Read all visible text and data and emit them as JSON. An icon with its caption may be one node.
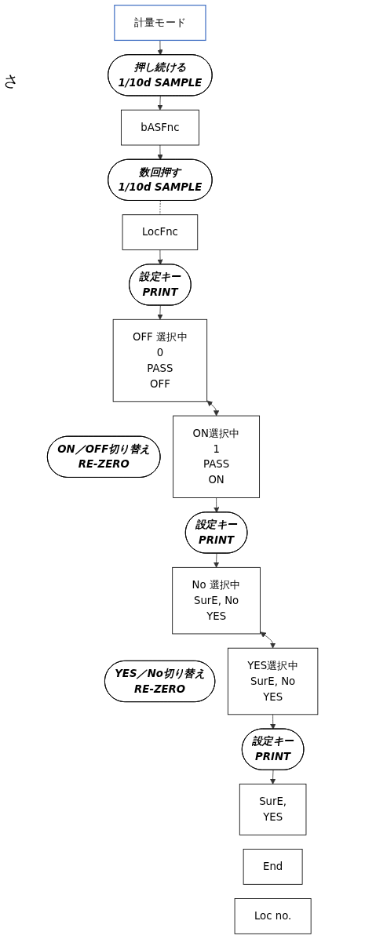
{
  "diagram": {
    "nodes": [
      {
        "text": [
          "計量モード"
        ]
      },
      {
        "text": [
          "押し続ける",
          "1/10d SAMPLE"
        ]
      },
      {
        "text": [
          "bASFnc"
        ]
      },
      {
        "text": [
          "数回押す",
          "1/10d SAMPLE"
        ]
      },
      {
        "text": [
          "LocFnc"
        ]
      },
      {
        "text": [
          "設定キー",
          "PRINT"
        ]
      },
      {
        "text": [
          "OFF 選択中",
          "0",
          "PASS",
          "OFF"
        ]
      },
      {
        "text": [
          "ON／OFF切り替え",
          "RE-ZERO"
        ]
      },
      {
        "text": [
          "ON選択中",
          "1",
          "PASS",
          "ON"
        ]
      },
      {
        "text": [
          "設定キー",
          "PRINT"
        ]
      },
      {
        "text": [
          "No 選択中",
          "SurE, No",
          "YES"
        ]
      },
      {
        "text": [
          "YES／No切り替え",
          "RE-ZERO"
        ]
      },
      {
        "text": [
          "YES選択中",
          "SurE, No",
          "YES"
        ]
      },
      {
        "text": [
          "設定キー",
          "PRINT"
        ]
      },
      {
        "text": [
          "SurE,",
          "YES"
        ]
      },
      {
        "text": [
          "End"
        ]
      },
      {
        "text": [
          "Loc no."
        ]
      }
    ],
    "edges": [
      {
        "from": 0,
        "to": 1,
        "arrow": "to"
      },
      {
        "from": 1,
        "to": 2,
        "arrow": "to"
      },
      {
        "from": 2,
        "to": 3,
        "arrow": "to"
      },
      {
        "from": 3,
        "to": 4,
        "arrow": "none",
        "style": "dashed"
      },
      {
        "from": 4,
        "to": 5,
        "arrow": "to"
      },
      {
        "from": 5,
        "to": 6,
        "arrow": "to"
      },
      {
        "from": 6,
        "to": 8,
        "arrow": "both"
      },
      {
        "from": 8,
        "to": 9,
        "arrow": "to"
      },
      {
        "from": 9,
        "to": 10,
        "arrow": "to"
      },
      {
        "from": 10,
        "to": 12,
        "arrow": "both"
      },
      {
        "from": 12,
        "to": 13,
        "arrow": "to"
      },
      {
        "from": 13,
        "to": 14,
        "arrow": "to"
      }
    ],
    "labels": [
      "さ"
    ]
  }
}
